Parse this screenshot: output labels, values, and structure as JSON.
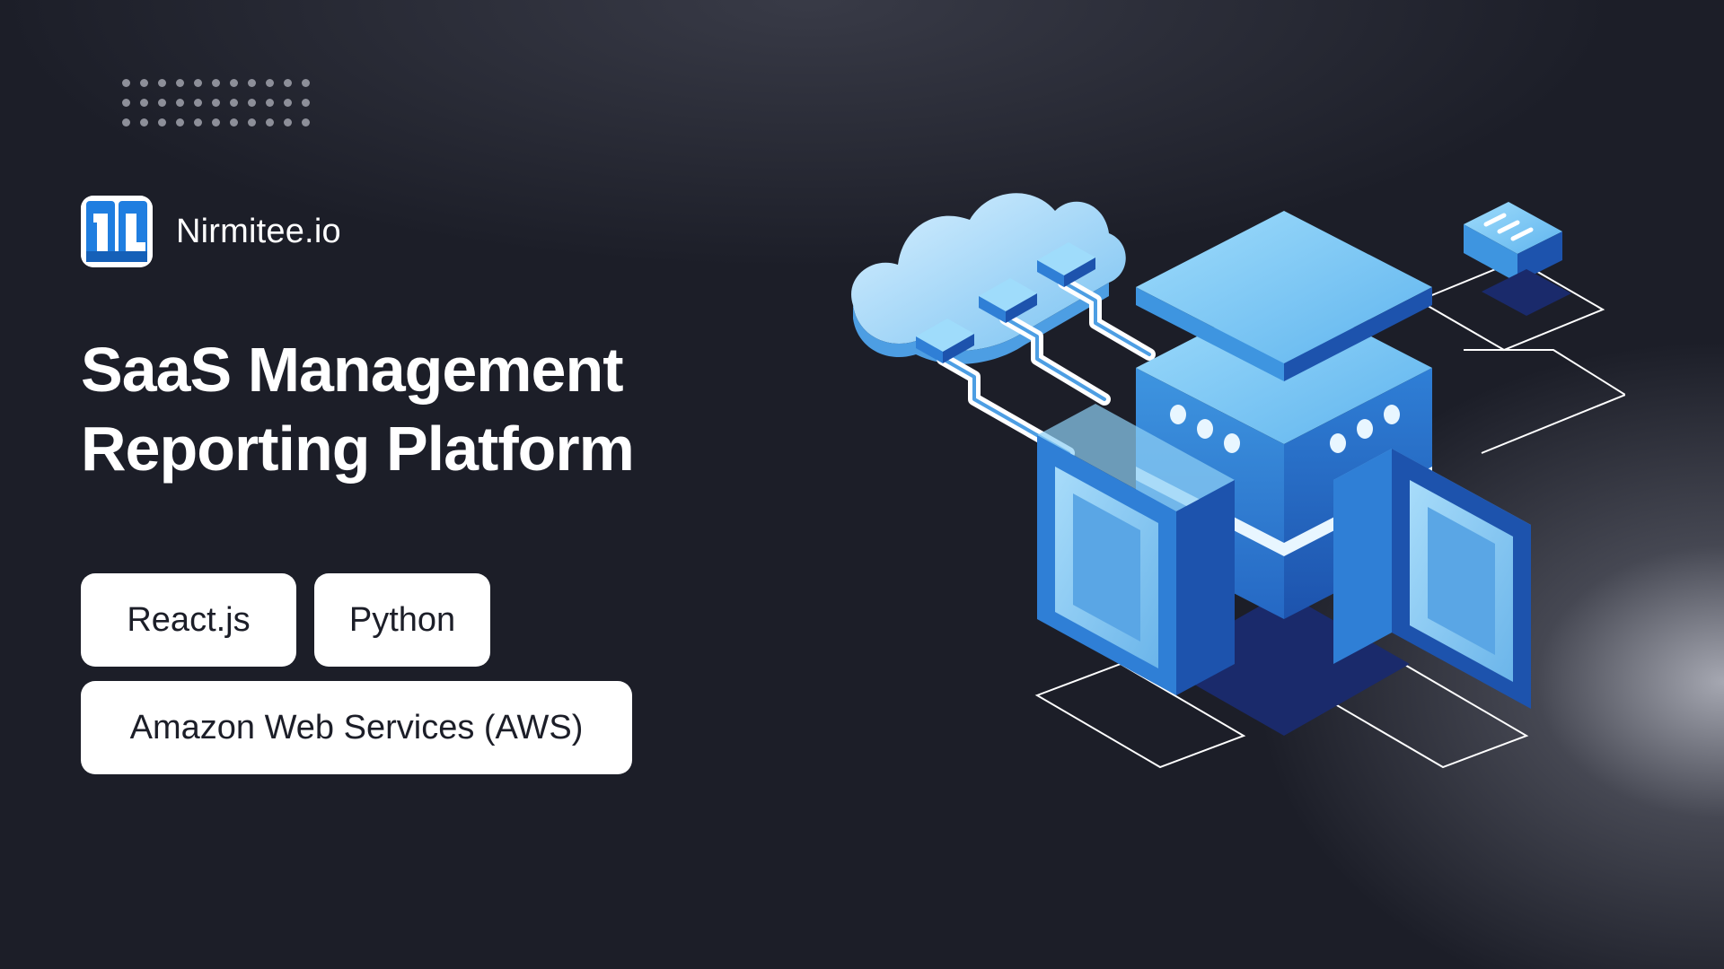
{
  "brand": {
    "name": "Nirmitee.io",
    "logo_icon": "nirmitee-logo-icon"
  },
  "title": {
    "line1": "SaaS Management",
    "line2": "Reporting Platform"
  },
  "tags": [
    {
      "label": "React.js"
    },
    {
      "label": "Python"
    },
    {
      "label": "Amazon Web Services (AWS)"
    }
  ],
  "illustration_icon": "cloud-server-isometric-icon",
  "colors": {
    "background": "#1c1e28",
    "accent_blue": "#2f7fd6",
    "light_blue": "#8fd0f5",
    "tag_background": "#ffffff",
    "text_primary": "#ffffff"
  }
}
